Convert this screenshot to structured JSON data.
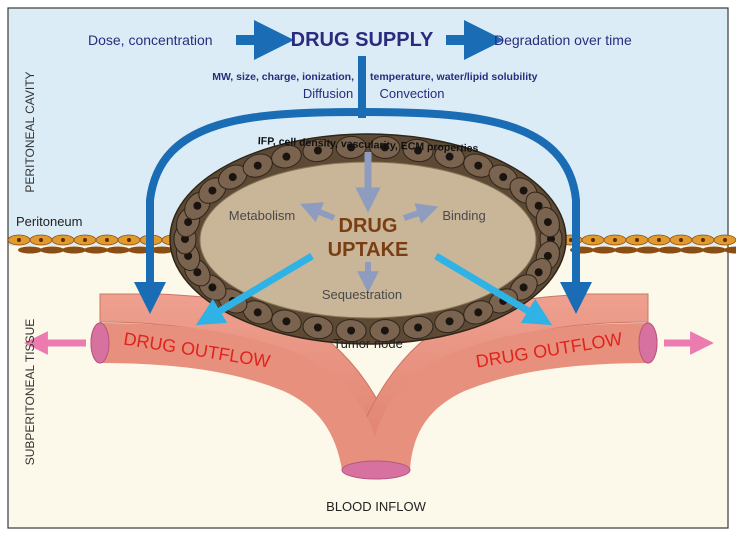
{
  "regions": {
    "cavity_label": "PERITONEAL CAVITY",
    "tissue_label": "SUBPERITONEAL TISSUE",
    "peritoneum_label": "Peritoneum"
  },
  "supply": {
    "dose_label": "Dose, concentration",
    "title": "DRUG SUPPLY",
    "degradation_label": "Degradation over time",
    "diffusion_factors": "MW, size, charge, ionization,",
    "diffusion_label": "Diffusion",
    "convection_factors": "temperature, water/lipid solubility",
    "convection_label": "Convection"
  },
  "tumor": {
    "barrier_factors": "IFP, cell density, vascularity, ECM properties",
    "uptake_line1": "DRUG",
    "uptake_line2": "UPTAKE",
    "metabolism": "Metabolism",
    "binding": "Binding",
    "sequestration": "Sequestration",
    "node_label": "Tumor node"
  },
  "vessel": {
    "outflow_left": "DRUG OUTFLOW",
    "outflow_right": "DRUG OUTFLOW",
    "inflow": "BLOOD INFLOW"
  },
  "colors": {
    "cavity": "#dcecf6",
    "tissue": "#fdf9ea",
    "blue_arrow": "#1a6db5",
    "light_blue_arrow": "#2fb2e6",
    "vessel": "#e8907e",
    "outflow_text": "#e0231c",
    "pink_arrow": "#ec7bb0",
    "uptake_text": "#7a3e12",
    "title_text": "#2a2b7e"
  }
}
